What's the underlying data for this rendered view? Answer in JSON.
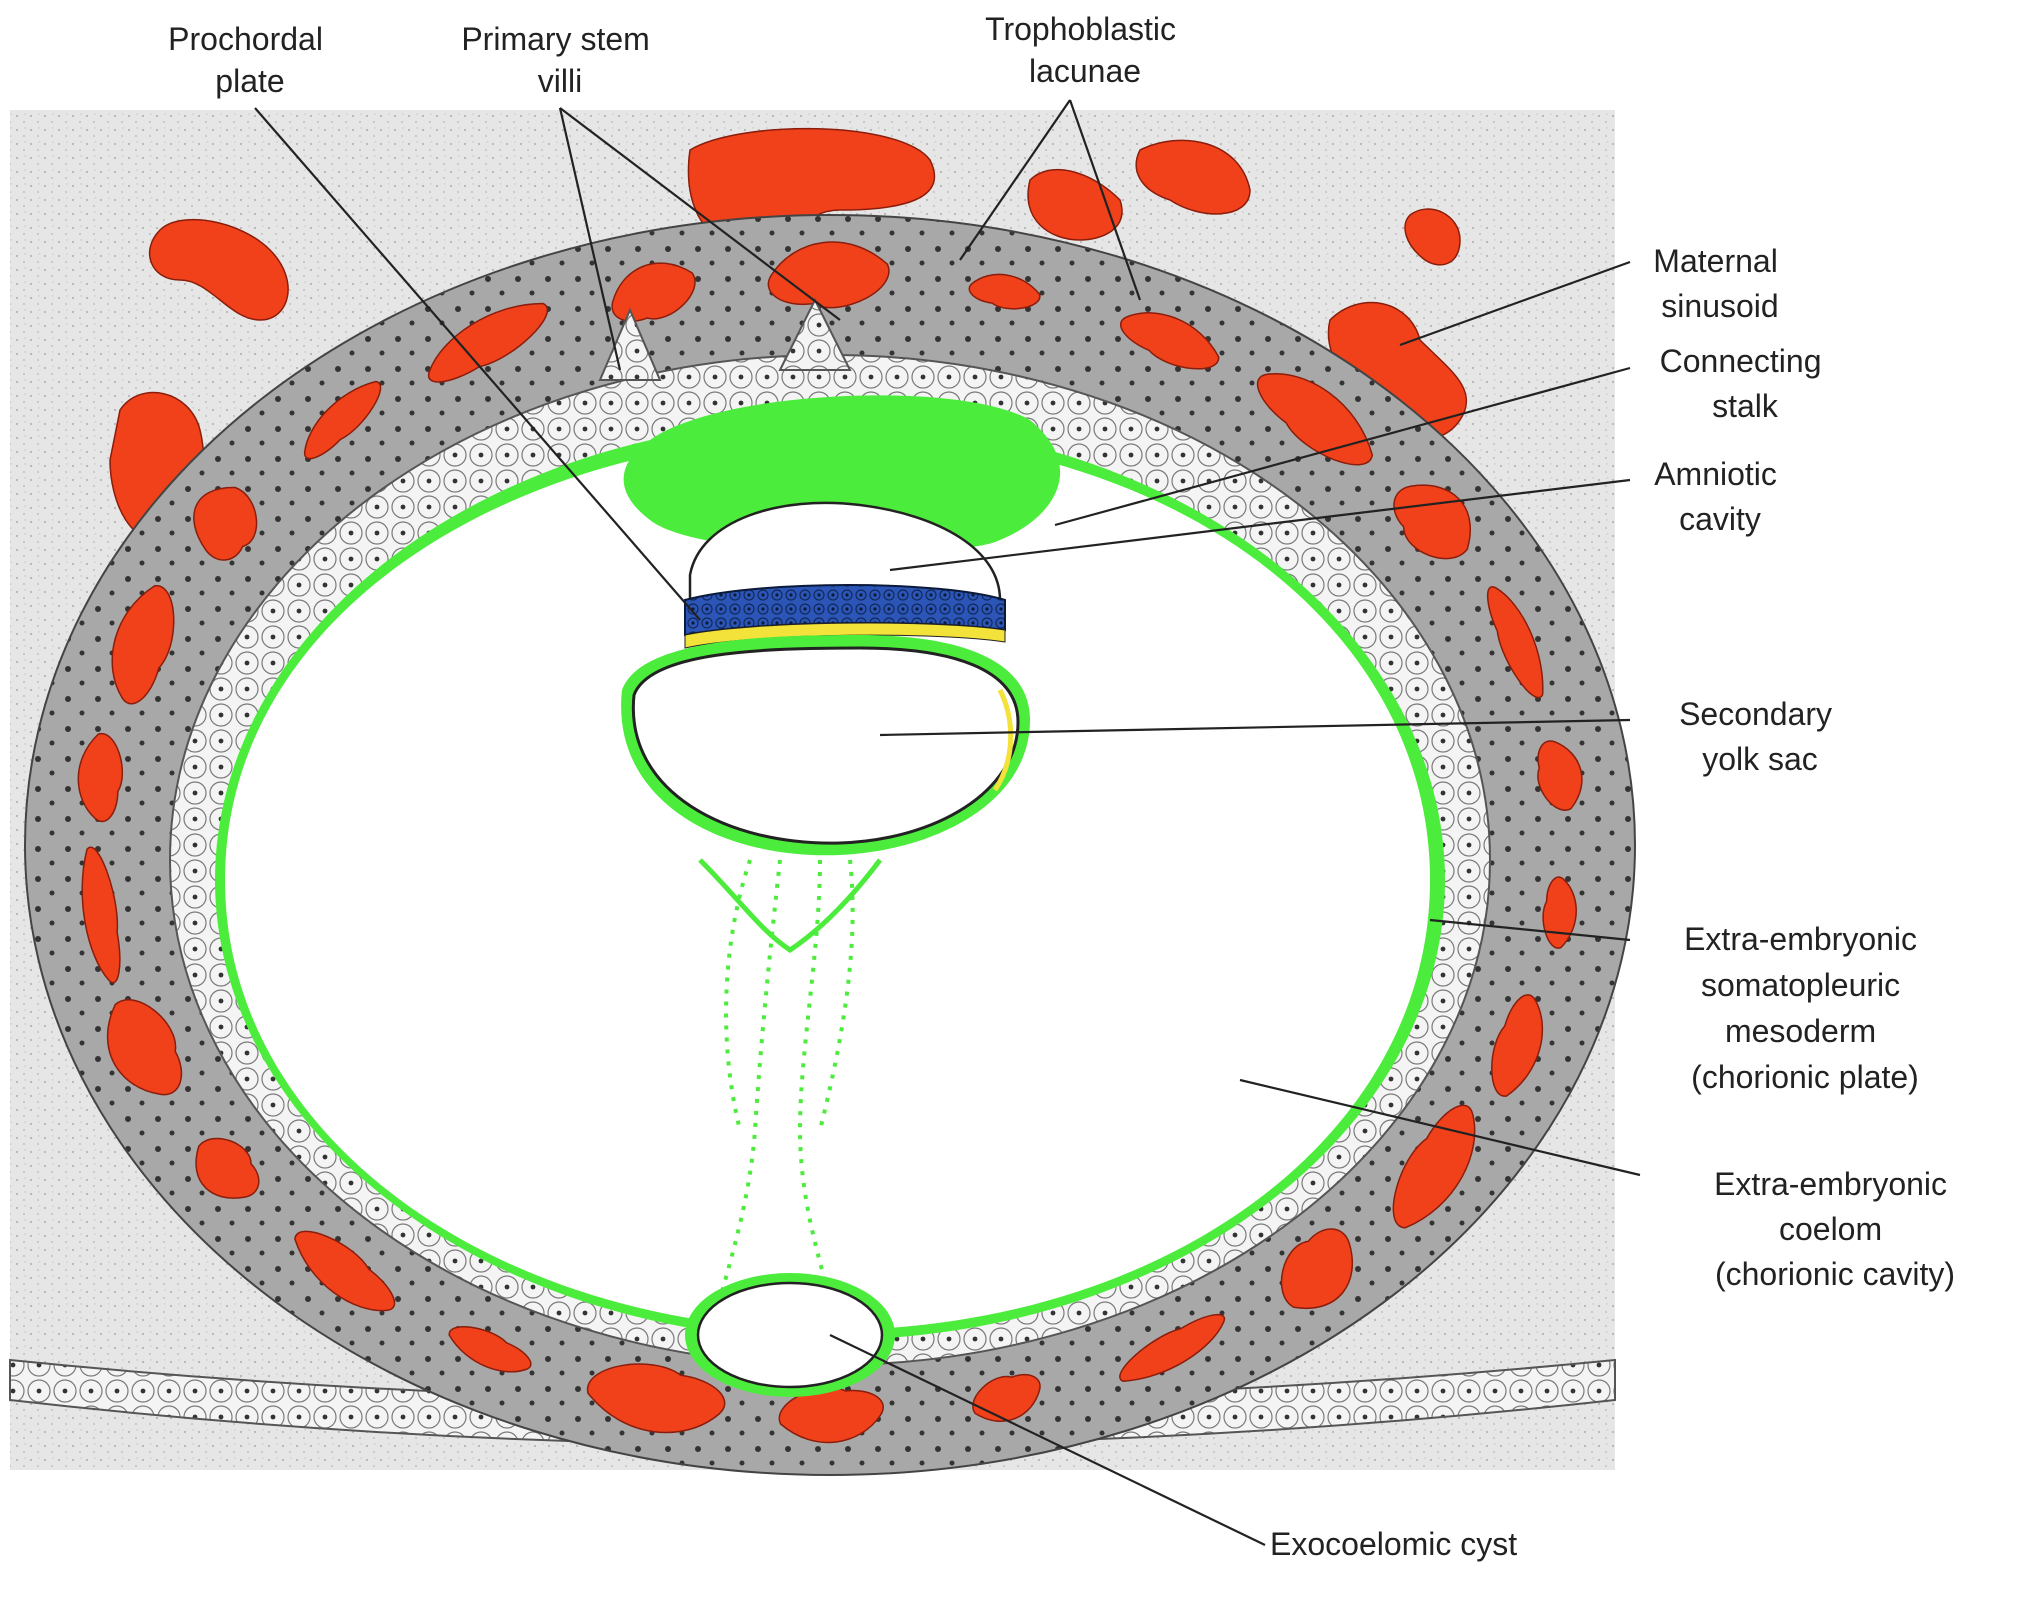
{
  "diagram": {
    "colors": {
      "background": "#ffffff",
      "decidua": "#e6e6e6",
      "decidua_dots": "#b5b5b5",
      "syncytiotrophoblast": "#a8a8a8",
      "lacunae_blood": "#f0411a",
      "cytotrophoblast": "#f4f4f4",
      "extraembryonic_mesoderm": "#4cec3c",
      "epiblast": "#2c55b8",
      "hypoblast": "#f2e23a",
      "nuclei": "#333333"
    },
    "labels": {
      "prochordal_plate": [
        "Prochordal",
        "plate"
      ],
      "primary_stem_villi": [
        "Primary stem",
        "villi"
      ],
      "trophoblastic_lacunae": [
        "Trophoblastic",
        "lacunae"
      ],
      "maternal_sinusoid": [
        "Maternal",
        "sinusoid"
      ],
      "connecting_stalk": [
        "Connecting",
        "stalk"
      ],
      "amniotic_cavity": [
        "Amniotic",
        "cavity"
      ],
      "secondary_yolk_sac": [
        "Secondary",
        "yolk sac"
      ],
      "somatopleuric_mesoderm": [
        "Extra-embryonic",
        "somatopleuric",
        "mesoderm",
        "(chorionic plate)"
      ],
      "extraembryonic_coelom": [
        "Extra-embryonic",
        "coelom",
        "(chorionic cavity)"
      ],
      "exocoelomic_cyst": [
        "Exocoelomic cyst"
      ]
    }
  }
}
